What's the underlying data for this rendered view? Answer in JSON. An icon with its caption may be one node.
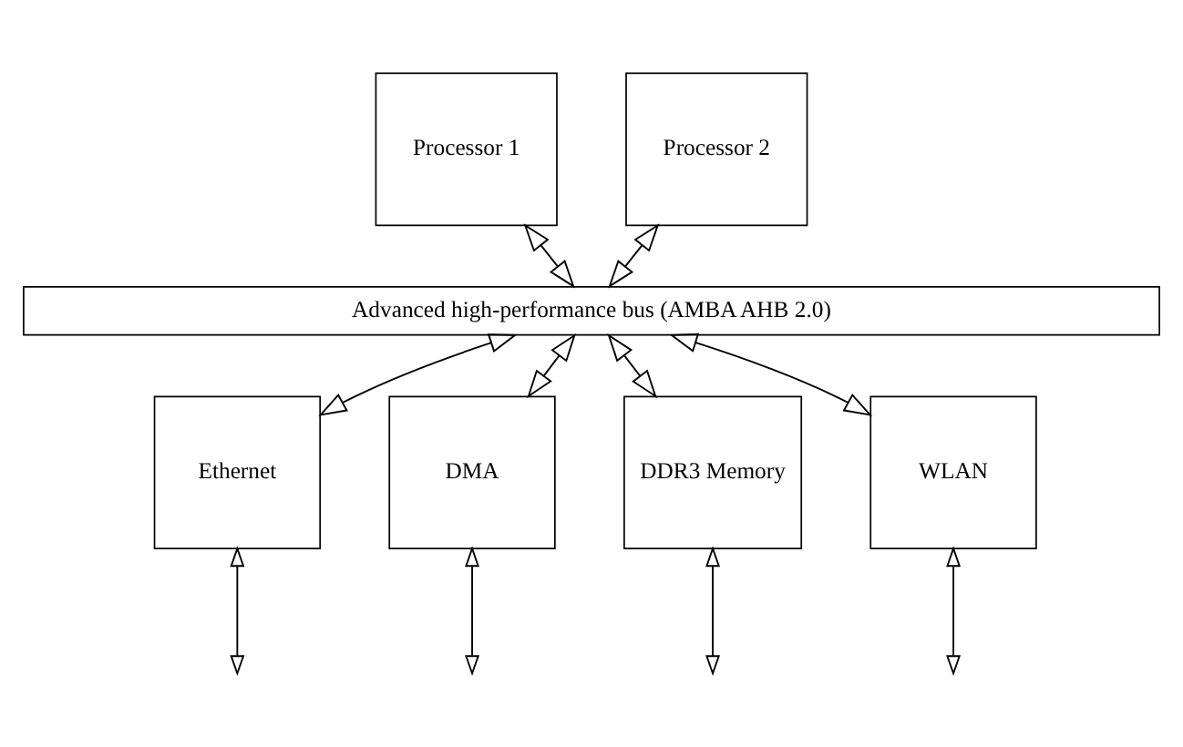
{
  "diagram": {
    "nodes": [
      {
        "text": [
          "Processor 1"
        ]
      },
      {
        "text": [
          "Processor 2"
        ]
      },
      {
        "text": [
          "Advanced high-performance bus (AMBA AHB 2.0)"
        ]
      },
      {
        "text": [
          "Ethernet"
        ]
      },
      {
        "text": [
          "DMA"
        ]
      },
      {
        "text": [
          "DDR3 Memory"
        ]
      },
      {
        "text": [
          "WLAN"
        ]
      }
    ],
    "edges": [
      {
        "from": 0,
        "to": 2,
        "arrow": "both"
      },
      {
        "from": 1,
        "to": 2,
        "arrow": "both"
      },
      {
        "from": 2,
        "to": 3,
        "arrow": "both"
      },
      {
        "from": 2,
        "to": 4,
        "arrow": "both"
      },
      {
        "from": 2,
        "to": 5,
        "arrow": "both"
      },
      {
        "from": 2,
        "to": 6,
        "arrow": "both"
      },
      {
        "from": 3,
        "to": null,
        "arrow": "both"
      },
      {
        "from": 4,
        "to": null,
        "arrow": "both"
      },
      {
        "from": 5,
        "to": null,
        "arrow": "both"
      },
      {
        "from": 6,
        "to": null,
        "arrow": "both"
      }
    ]
  }
}
